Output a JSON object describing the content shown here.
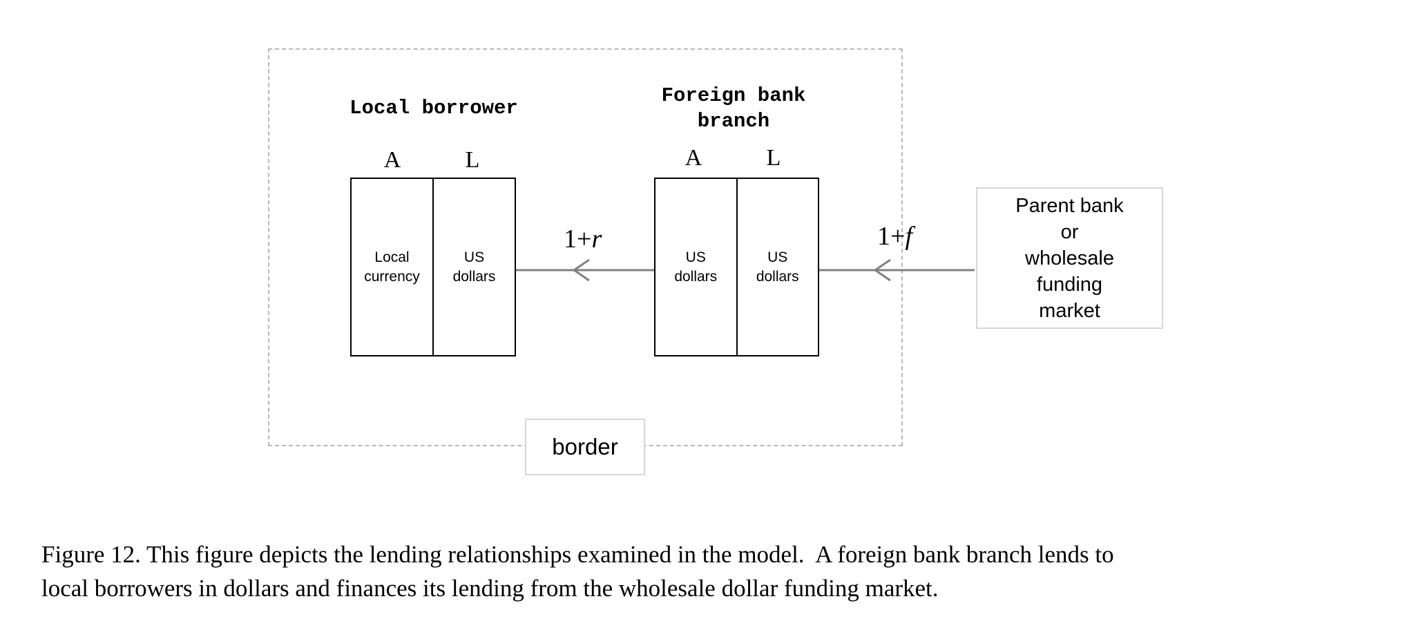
{
  "diagram": {
    "region_label": "border",
    "local_borrower": {
      "title": "Local borrower",
      "asset_header": "A",
      "liability_header": "L",
      "asset": [
        "Local",
        "currency"
      ],
      "liability": [
        "US",
        "dollars"
      ]
    },
    "foreign_branch": {
      "title_lines": [
        "Foreign bank",
        "branch"
      ],
      "asset_header": "A",
      "liability_header": "L",
      "asset": [
        "US",
        "dollars"
      ],
      "liability": [
        "US",
        "dollars"
      ]
    },
    "rate_borrower": {
      "prefix": "1+",
      "var": "r"
    },
    "rate_funding": {
      "prefix": "1+",
      "var": "f"
    },
    "parent": [
      "Parent bank",
      "or",
      "wholesale",
      "funding",
      "market"
    ],
    "arrow_color": "#808080"
  },
  "caption": {
    "line1": "Figure 12. This figure depicts the lending relationships examined in the model.  A foreign bank branch lends to",
    "line2": "local borrowers in dollars and finances its lending from the wholesale dollar funding market."
  }
}
